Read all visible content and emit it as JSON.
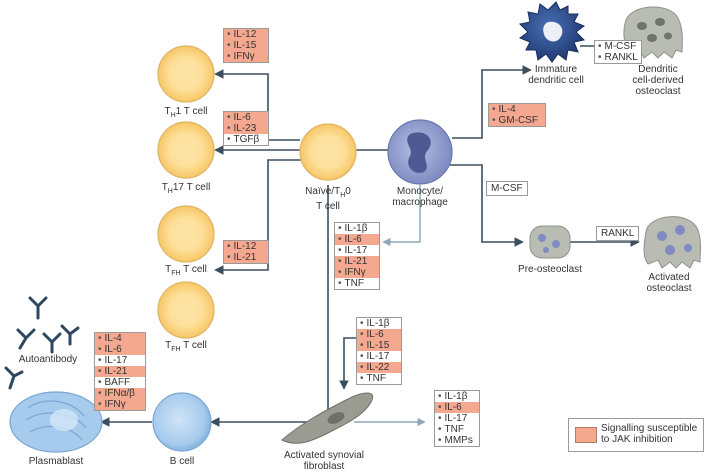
{
  "cells": {
    "th1": {
      "main": "T",
      "sub": "H",
      "suffix": "1 T cell"
    },
    "th17": {
      "main": "T",
      "sub": "H",
      "suffix": "17 T cell"
    },
    "tfh1": {
      "main": "T",
      "sub": "FH",
      "suffix": " T cell"
    },
    "tfh2": {
      "main": "T",
      "sub": "FH",
      "suffix": " T cell"
    },
    "naive": {
      "line1": "Naïve/T",
      "sub": "H",
      "line1b": "0",
      "line2": "T cell"
    },
    "monocyte": {
      "line1": "Monocyte/",
      "line2": "macrophage"
    },
    "immature_dc": {
      "line1": "Immature",
      "line2": "dendritic cell"
    },
    "dc_osteoclast": {
      "line1": "Dendritic",
      "line2": "cell-derived",
      "line3": "osteoclast"
    },
    "pre_osteoclast": "Pre-osteoclast",
    "activated_osteoclast": {
      "line1": "Activated",
      "line2": "osteoclast"
    },
    "autoantibody": "Autoantibody",
    "plasmablast": "Plasmablast",
    "bcell": "B cell",
    "fibroblast": {
      "line1": "Activated synovial",
      "line2": "fibroblast"
    }
  },
  "boxes": {
    "th1": [
      {
        "t": "IL-12",
        "hl": true
      },
      {
        "t": "IL-15",
        "hl": true
      },
      {
        "t": "IFNγ",
        "hl": true
      }
    ],
    "th17": [
      {
        "t": "IL-6",
        "hl": true
      },
      {
        "t": "IL-23",
        "hl": true
      },
      {
        "t": "TGFβ",
        "hl": false
      }
    ],
    "tfh": [
      {
        "t": "IL-12",
        "hl": true
      },
      {
        "t": "IL-21",
        "hl": true
      }
    ],
    "monocyte_out": [
      {
        "t": "IL-1β",
        "hl": false
      },
      {
        "t": "IL-6",
        "hl": true
      },
      {
        "t": "IL-17",
        "hl": false
      },
      {
        "t": "IL-21",
        "hl": true
      },
      {
        "t": "IFNγ",
        "hl": true
      },
      {
        "t": "TNF",
        "hl": false
      }
    ],
    "dc_in": [
      {
        "t": "IL-4",
        "hl": true
      },
      {
        "t": "GM-CSF",
        "hl": true
      }
    ],
    "dc_osteo": [
      {
        "t": "M-CSF",
        "hl": false
      },
      {
        "t": "RANKL",
        "hl": false
      }
    ],
    "plasmablast": [
      {
        "t": "IL-4",
        "hl": true
      },
      {
        "t": "IL-6",
        "hl": true
      },
      {
        "t": "IL-17",
        "hl": false
      },
      {
        "t": "IL-21",
        "hl": true
      },
      {
        "t": "BAFF",
        "hl": false
      },
      {
        "t": "IFNα/β",
        "hl": true
      },
      {
        "t": "IFNγ",
        "hl": true
      }
    ],
    "fibro_in": [
      {
        "t": "IL-1β",
        "hl": false
      },
      {
        "t": "IL-6",
        "hl": true
      },
      {
        "t": "IL-15",
        "hl": true
      },
      {
        "t": "IL-17",
        "hl": false
      },
      {
        "t": "IL-22",
        "hl": true
      },
      {
        "t": "TNF",
        "hl": false
      }
    ],
    "fibro_out": [
      {
        "t": "IL-1β",
        "hl": false
      },
      {
        "t": "IL-6",
        "hl": true
      },
      {
        "t": "IL-17",
        "hl": false
      },
      {
        "t": "TNF",
        "hl": false
      },
      {
        "t": "MMPs",
        "hl": false
      }
    ]
  },
  "plain_boxes": {
    "mcsf": "M-CSF",
    "rankl": "RANKL"
  },
  "legend": {
    "line1": "Signalling susceptible",
    "line2": "to JAK inhibition"
  },
  "colors": {
    "highlight": "#f4a88f",
    "tcell_fill": "#fbd98a",
    "monocyte_fill": "#8d98cc",
    "dc_fill": "#2c4d8e",
    "osteoclast_fill": "#b8bcb3",
    "bcell_fill": "#a6cbed",
    "fibroblast_fill": "#9a9c92",
    "arrow_dark": "#3a4e5e",
    "arrow_light": "#8fa5b8",
    "antibody": "#2d4760"
  }
}
